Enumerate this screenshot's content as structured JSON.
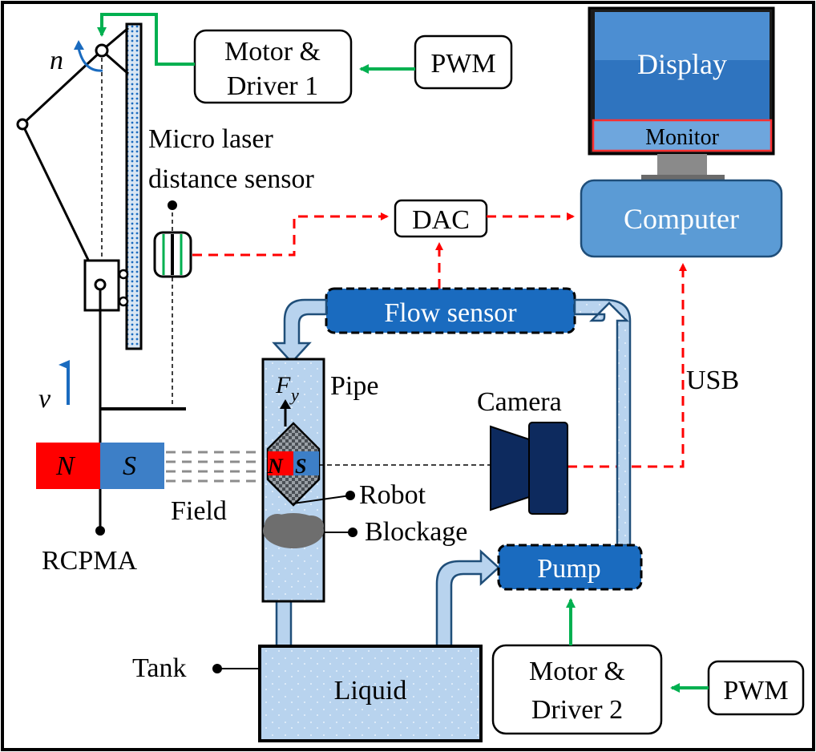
{
  "labels": {
    "motor_driver_1": [
      "Motor &",
      "Driver 1"
    ],
    "motor_driver_2": [
      "Motor &",
      "Driver 2"
    ],
    "pwm_top": "PWM",
    "pwm_bottom": "PWM",
    "display": "Display",
    "monitor": "Monitor",
    "computer": "Computer",
    "dac": "DAC",
    "flow_sensor": "Flow sensor",
    "pump": "Pump",
    "liquid": "Liquid",
    "tank": "Tank",
    "pipe": "Pipe",
    "camera": "Camera",
    "usb": "USB",
    "robot": "Robot",
    "blockage": "Blockage",
    "field": "Field",
    "rcpma": "RCPMA",
    "sensor_line1": "Micro laser",
    "sensor_line2": "distance sensor",
    "magnet_n": "N",
    "magnet_s": "S",
    "robot_n": "N",
    "robot_s": "S",
    "n_symbol": "n",
    "v_symbol": "v",
    "force_main": "F",
    "force_sub": "y"
  },
  "colors": {
    "dark_blue": "#1a6bbf",
    "light_blue": "#7fb2e3",
    "pale_blue": "#b8d3ee",
    "navy": "#0d2a5e",
    "red": "#ff0000",
    "green": "#00b050",
    "magnet_red": "#ff0000",
    "magnet_blue": "#3d7fc7"
  }
}
